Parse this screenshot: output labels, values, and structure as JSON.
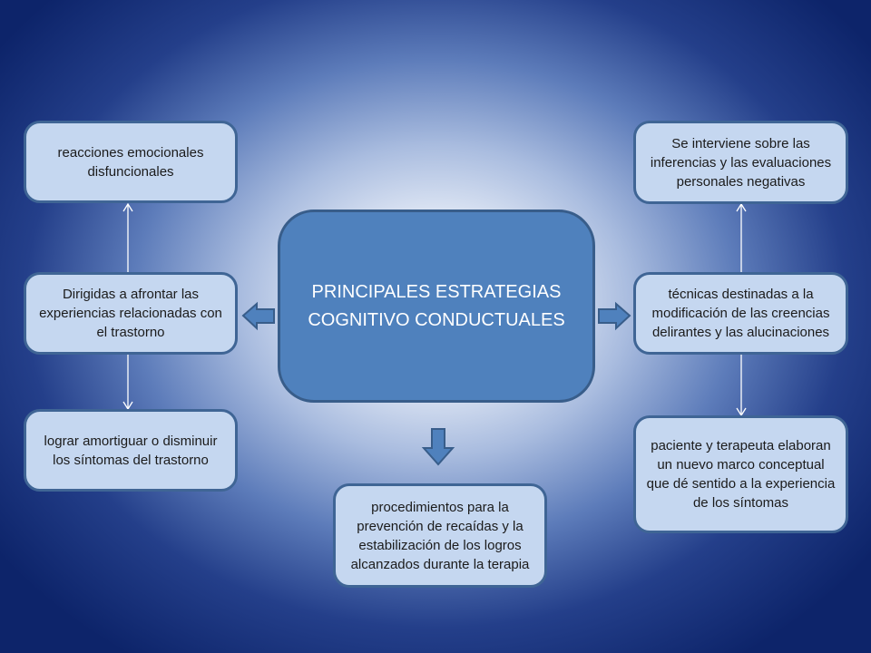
{
  "center": {
    "title": "PRINCIPALES ESTRATEGIAS COGNITIVO CONDUCTUALES"
  },
  "left": {
    "top": "reacciones emocionales disfuncionales",
    "middle": "Dirigidas a afrontar las experiencias relacionadas con el trastorno",
    "bottom": "lograr amortiguar o disminuir los síntomas del trastorno"
  },
  "right": {
    "top": "Se interviene sobre las inferencias y las evaluaciones personales negativas",
    "middle": "técnicas destinadas a la modificación de las creencias delirantes y las alucinaciones",
    "bottom": "paciente y terapeuta elaboran un nuevo marco conceptual que dé sentido a la experiencia de los síntomas"
  },
  "bottom": {
    "text": "procedimientos para la prevención de recaídas y la estabilización de los logros alcanzados durante la terapia"
  },
  "colors": {
    "box_fill": "#c5d7f0",
    "box_border": "#3f6595",
    "center_fill": "#4f81bd",
    "arrow_fill": "#4f81bd",
    "background_dark": "#0d246a"
  }
}
